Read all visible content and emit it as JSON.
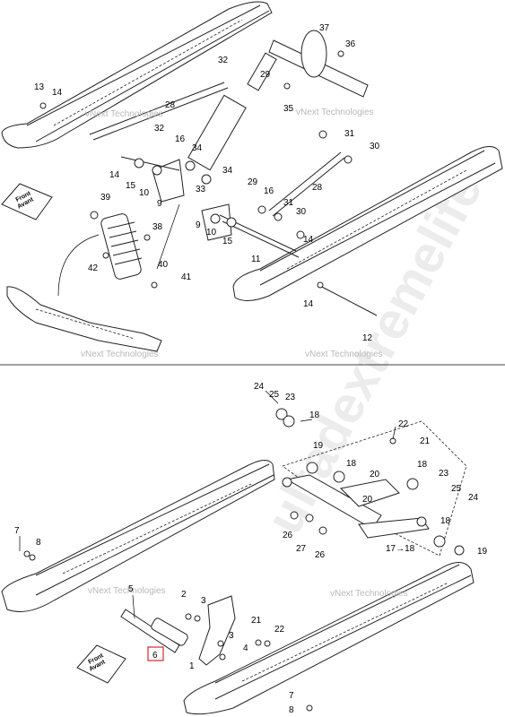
{
  "watermark_text": "vNext Technologies",
  "watermark_brand": "ultadextremelife",
  "front_label": {
    "line1": "Front",
    "line2": "Avant"
  },
  "top_callouts": [
    {
      "id": "t37",
      "label": "37"
    },
    {
      "id": "t36",
      "label": "36"
    },
    {
      "id": "t32a",
      "label": "32"
    },
    {
      "id": "t29a",
      "label": "29"
    },
    {
      "id": "t13",
      "label": "13"
    },
    {
      "id": "t14a",
      "label": "14"
    },
    {
      "id": "t28a",
      "label": "28"
    },
    {
      "id": "t35",
      "label": "35"
    },
    {
      "id": "t32b",
      "label": "32"
    },
    {
      "id": "t16a",
      "label": "16"
    },
    {
      "id": "t34a",
      "label": "34"
    },
    {
      "id": "t31a",
      "label": "31"
    },
    {
      "id": "t30a",
      "label": "30"
    },
    {
      "id": "t14b",
      "label": "14"
    },
    {
      "id": "t15a",
      "label": "15"
    },
    {
      "id": "t10a",
      "label": "10"
    },
    {
      "id": "t9a",
      "label": "9"
    },
    {
      "id": "t33",
      "label": "33"
    },
    {
      "id": "t34b",
      "label": "34"
    },
    {
      "id": "t29b",
      "label": "29"
    },
    {
      "id": "t16b",
      "label": "16"
    },
    {
      "id": "t28b",
      "label": "28"
    },
    {
      "id": "t39",
      "label": "39"
    },
    {
      "id": "t31b",
      "label": "31"
    },
    {
      "id": "t30b",
      "label": "30"
    },
    {
      "id": "t38",
      "label": "38"
    },
    {
      "id": "t9b",
      "label": "9"
    },
    {
      "id": "t10b",
      "label": "10"
    },
    {
      "id": "t15b",
      "label": "15"
    },
    {
      "id": "t14c",
      "label": "14"
    },
    {
      "id": "t42",
      "label": "42"
    },
    {
      "id": "t11",
      "label": "11"
    },
    {
      "id": "t40",
      "label": "40"
    },
    {
      "id": "t41",
      "label": "41"
    },
    {
      "id": "t14d",
      "label": "14"
    },
    {
      "id": "t12",
      "label": "12"
    }
  ],
  "bottom_callouts": [
    {
      "id": "b24a",
      "label": "24"
    },
    {
      "id": "b25a",
      "label": "25"
    },
    {
      "id": "b23a",
      "label": "23"
    },
    {
      "id": "b18a",
      "label": "18"
    },
    {
      "id": "b22a",
      "label": "22"
    },
    {
      "id": "b21a",
      "label": "21"
    },
    {
      "id": "b19a",
      "label": "19"
    },
    {
      "id": "b18b",
      "label": "18"
    },
    {
      "id": "b20a",
      "label": "20"
    },
    {
      "id": "b18c",
      "label": "18"
    },
    {
      "id": "b20b",
      "label": "20"
    },
    {
      "id": "b23b",
      "label": "23"
    },
    {
      "id": "b25b",
      "label": "25"
    },
    {
      "id": "b24b",
      "label": "24"
    },
    {
      "id": "b18d",
      "label": "18"
    },
    {
      "id": "b7",
      "label": "7"
    },
    {
      "id": "b8a",
      "label": "8"
    },
    {
      "id": "b26a",
      "label": "26"
    },
    {
      "id": "b27",
      "label": "27"
    },
    {
      "id": "b26b",
      "label": "26"
    },
    {
      "id": "b17",
      "label": "17→18"
    },
    {
      "id": "b19b",
      "label": "19"
    },
    {
      "id": "b5",
      "label": "5"
    },
    {
      "id": "b2",
      "label": "2"
    },
    {
      "id": "b3a",
      "label": "3"
    },
    {
      "id": "b21b",
      "label": "21"
    },
    {
      "id": "b22b",
      "label": "22"
    },
    {
      "id": "b4",
      "label": "4"
    },
    {
      "id": "b3b",
      "label": "3"
    },
    {
      "id": "b6",
      "label": "6"
    },
    {
      "id": "b1",
      "label": "1"
    },
    {
      "id": "b7b",
      "label": "7"
    },
    {
      "id": "b8b",
      "label": "8"
    }
  ],
  "highlight_color": "#d9262e"
}
